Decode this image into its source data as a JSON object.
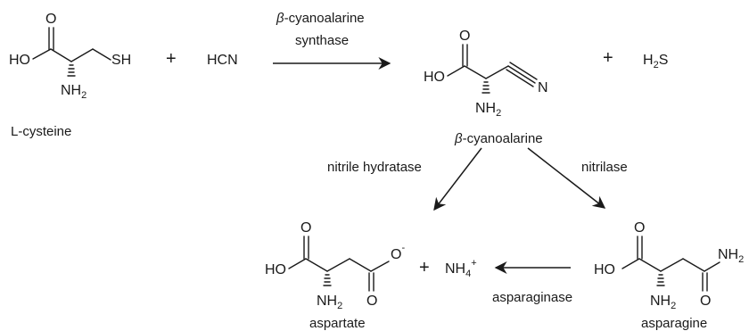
{
  "molecules": {
    "cysteine": {
      "name": "L-cysteine",
      "atom_o": "O",
      "atom_ho": "HO",
      "atom_sh": "SH",
      "atom_n": "NH",
      "n_sub": "2"
    },
    "hcn": {
      "formula": "HCN"
    },
    "cyanoalanine": {
      "name_prefix": "β",
      "name": "-cyanoalarine",
      "atom_o": "O",
      "atom_ho": "HO",
      "atom_n": "NH",
      "n_sub": "2",
      "atom_nitrile": "N"
    },
    "h2s": {
      "h": "H",
      "sub": "2",
      "s": "S"
    },
    "aspartate": {
      "name": "aspartate",
      "atom_o_top1": "O",
      "atom_ho": "HO",
      "atom_o_top2": "O",
      "charge_o": "-",
      "atom_o_bottom": "O",
      "atom_n": "NH",
      "n_sub": "2"
    },
    "ammonium": {
      "n": "NH",
      "sub": "4",
      "sup": "+"
    },
    "asparagine": {
      "name": "asparagine",
      "atom_o_top1": "O",
      "atom_ho": "HO",
      "atom_nh2": "NH",
      "nh2_sub": "2",
      "atom_o_bottom": "O",
      "atom_n": "NH",
      "n_sub": "2"
    }
  },
  "operators": {
    "plus": "+"
  },
  "enzymes": {
    "synthase_prefix": "β",
    "synthase_line1": "-cyanoalarine",
    "synthase_line2": "synthase",
    "nitrile_hydratase": "nitrile hydratase",
    "nitrilase": "nitrilase",
    "asparaginase": "asparaginase"
  }
}
